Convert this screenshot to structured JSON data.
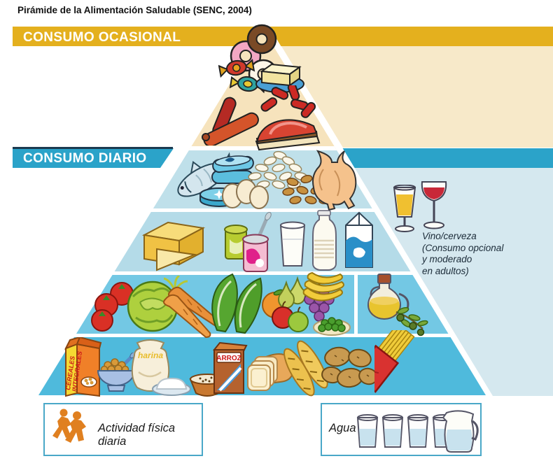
{
  "title": "Pirámide de la Alimentación Saludable (SENC, 2004)",
  "bands": {
    "ocasional": {
      "label": "CONSUMO OCASIONAL",
      "color": "#E4B01E"
    },
    "diario": {
      "label": "CONSUMO DIARIO",
      "color": "#2BA3C9"
    }
  },
  "annotation": {
    "lines": [
      "Vino/cerveza",
      "(Consumo opcional",
      "y moderado",
      "en adultos)"
    ]
  },
  "packages": {
    "cereal_box_line1": "CEREALES",
    "cereal_box_line2": "INTEGRALES",
    "flour_sack": "harina",
    "rice_box": "ARROZ"
  },
  "footer": {
    "activity_label": "Actividad física diaria",
    "water_label": "Agua"
  },
  "pyramid": {
    "levels": [
      {
        "zone": "consumo-ocasional",
        "items": [
          "donuts-icon",
          "candies-icon",
          "butter-icon",
          "sausages-icon",
          "chorizo-links-icon",
          "cured-meat-icon"
        ]
      },
      {
        "zone": "consumo-diario-proteins",
        "items": [
          "fish-icon",
          "canned-fish-icon",
          "fish-tin-icon",
          "white-beans-icon",
          "eggs-icon",
          "almonds-icon",
          "chicken-icon"
        ]
      },
      {
        "zone": "consumo-diario-dairy",
        "items": [
          "cheese-icon",
          "yogurt-cups-icon",
          "milk-glass-icon",
          "milk-bottle-icon",
          "milk-carton-icon"
        ]
      },
      {
        "zone": "consumo-diario-vegetables-fruits",
        "items": [
          "tomatoes-icon",
          "lettuce-icon",
          "carrots-icon",
          "chard-icon",
          "orange-icon",
          "pears-icon",
          "apples-icon",
          "grapes-icon",
          "bananas-icon",
          "peas-plate-icon",
          "olive-oil-icon"
        ]
      },
      {
        "zone": "consumo-diario-cereals",
        "items": [
          "cereal-box-icon",
          "cereal-bowl-icon",
          "flour-sack-icon",
          "flour-plate-icon",
          "grain-bowl-icon",
          "rice-box-icon",
          "bread-icon",
          "baguettes-icon",
          "potatoes-icon",
          "spaghetti-icon"
        ]
      }
    ]
  },
  "colors": {
    "ocasional_band": "#E4B01E",
    "diario_band": "#2BA3C9",
    "pyramid_top_cream": "#F6E3BC",
    "level_proteins": "#BFE0EA",
    "level_dairy": "#B4DBE8",
    "level_vegetables": "#73C8E4",
    "level_cereals": "#4FBADC",
    "right_panel_cream": "#F7E9C9",
    "right_panel_blue": "#D5E8EF",
    "activity_figures": "#E08020",
    "box_border": "#4AA8C8"
  }
}
